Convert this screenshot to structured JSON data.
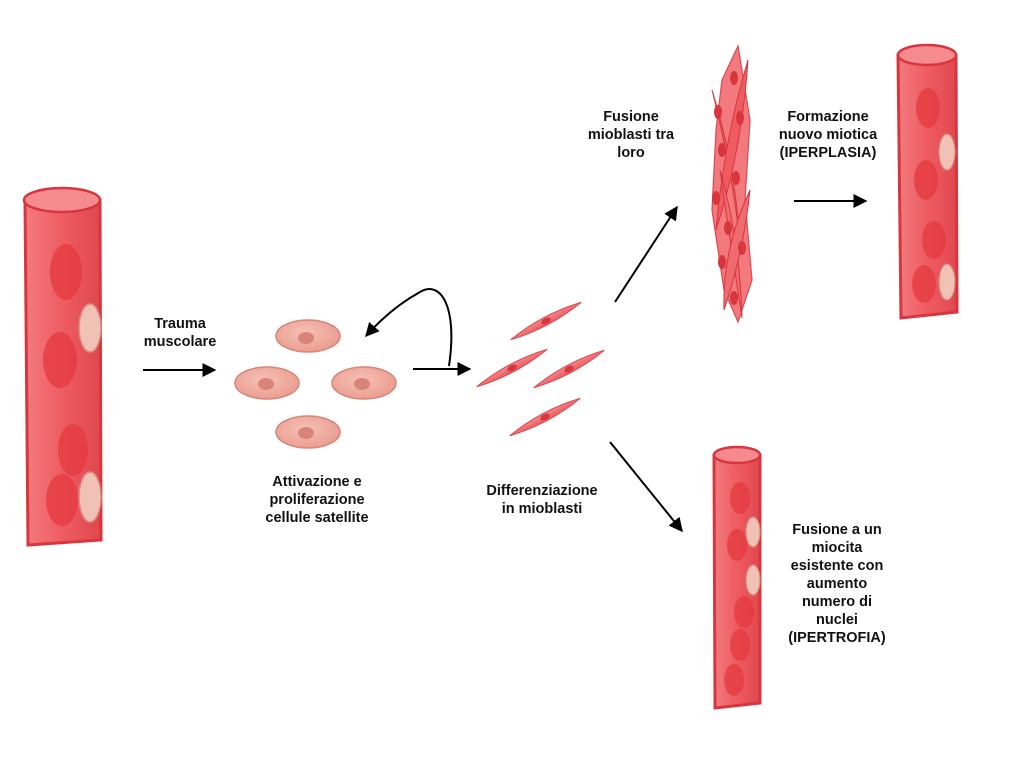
{
  "colors": {
    "fiber_fill": "#ee5c62",
    "fiber_dark": "#d8353d",
    "fiber_light": "#f58a8f",
    "nucleus_fill": "#e4393f",
    "satellite_fill": "#f0a89c",
    "satellite_core": "#d88478",
    "myoblast_fill": "#ef6b70",
    "arrow": "#000000",
    "text": "#111111"
  },
  "labels": {
    "trauma": [
      "Trauma",
      "muscolare"
    ],
    "activation": [
      "Attivazione e",
      "proliferazione",
      "cellule satellite"
    ],
    "differentiation": [
      "Differenziazione",
      "in mioblasti"
    ],
    "fusion_between": [
      "Fusione",
      "mioblasti tra",
      "loro"
    ],
    "new_fiber": [
      "Formazione",
      "nuovo miotica",
      "(IPERPLASIA)"
    ],
    "fusion_existing": [
      "Fusione a un",
      "miocita",
      "esistente con",
      "aumento",
      "numero di",
      "nuclei",
      "(IPERTROFIA)"
    ]
  },
  "icons": {
    "muscle_fiber": "muscle-fiber-icon",
    "satellite_cell": "satellite-cell-icon",
    "myoblast": "myoblast-icon",
    "fused_myoblasts": "fused-myoblasts-icon",
    "arrow": "arrow-icon"
  }
}
